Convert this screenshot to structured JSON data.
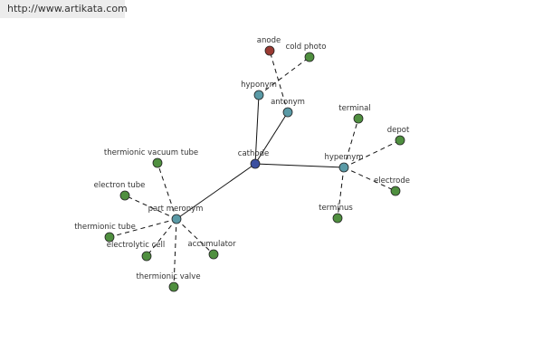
{
  "header": {
    "url": "http://www.artikata.com"
  },
  "colors": {
    "center": "#3b4fa0",
    "relation": "#5a9aa6",
    "leaf": "#4f8f3f",
    "special": "#9a3a32"
  },
  "graph": {
    "nodes": [
      {
        "id": "cathode",
        "label": "cathode",
        "kind": "center"
      },
      {
        "id": "hyponym",
        "label": "hyponym",
        "kind": "relation"
      },
      {
        "id": "antonym",
        "label": "antonym",
        "kind": "relation"
      },
      {
        "id": "hypernym",
        "label": "hypernym",
        "kind": "relation"
      },
      {
        "id": "part_meronym",
        "label": "part meronym",
        "kind": "relation"
      },
      {
        "id": "anode",
        "label": "anode",
        "kind": "special"
      },
      {
        "id": "cold_photo",
        "label": "cold photo",
        "kind": "leaf"
      },
      {
        "id": "terminal",
        "label": "terminal",
        "kind": "leaf"
      },
      {
        "id": "depot",
        "label": "depot",
        "kind": "leaf"
      },
      {
        "id": "electrode",
        "label": "electrode",
        "kind": "leaf"
      },
      {
        "id": "terminus",
        "label": "terminus",
        "kind": "leaf"
      },
      {
        "id": "thermionic_vacuum_tube",
        "label": "thermionic vacuum tube",
        "kind": "leaf"
      },
      {
        "id": "electron_tube",
        "label": "electron tube",
        "kind": "leaf"
      },
      {
        "id": "thermionic_tube",
        "label": "thermionic tube",
        "kind": "leaf"
      },
      {
        "id": "electrolytic_cell",
        "label": "electrolytic cell",
        "kind": "leaf"
      },
      {
        "id": "accumulator",
        "label": "accumulator",
        "kind": "leaf"
      },
      {
        "id": "thermionic_valve",
        "label": "thermionic valve",
        "kind": "leaf"
      }
    ],
    "edges": [
      {
        "from": "cathode",
        "to": "hyponym",
        "style": "solid"
      },
      {
        "from": "cathode",
        "to": "antonym",
        "style": "solid"
      },
      {
        "from": "cathode",
        "to": "hypernym",
        "style": "solid"
      },
      {
        "from": "cathode",
        "to": "part_meronym",
        "style": "solid"
      },
      {
        "from": "antonym",
        "to": "anode",
        "style": "dashed"
      },
      {
        "from": "hyponym",
        "to": "cold_photo",
        "style": "dashed"
      },
      {
        "from": "hypernym",
        "to": "terminal",
        "style": "dashed"
      },
      {
        "from": "hypernym",
        "to": "depot",
        "style": "dashed"
      },
      {
        "from": "hypernym",
        "to": "electrode",
        "style": "dashed"
      },
      {
        "from": "hypernym",
        "to": "terminus",
        "style": "dashed"
      },
      {
        "from": "part_meronym",
        "to": "thermionic_vacuum_tube",
        "style": "dashed"
      },
      {
        "from": "part_meronym",
        "to": "electron_tube",
        "style": "dashed"
      },
      {
        "from": "part_meronym",
        "to": "thermionic_tube",
        "style": "dashed"
      },
      {
        "from": "part_meronym",
        "to": "electrolytic_cell",
        "style": "dashed"
      },
      {
        "from": "part_meronym",
        "to": "accumulator",
        "style": "dashed"
      },
      {
        "from": "part_meronym",
        "to": "thermionic_valve",
        "style": "dashed"
      }
    ]
  }
}
